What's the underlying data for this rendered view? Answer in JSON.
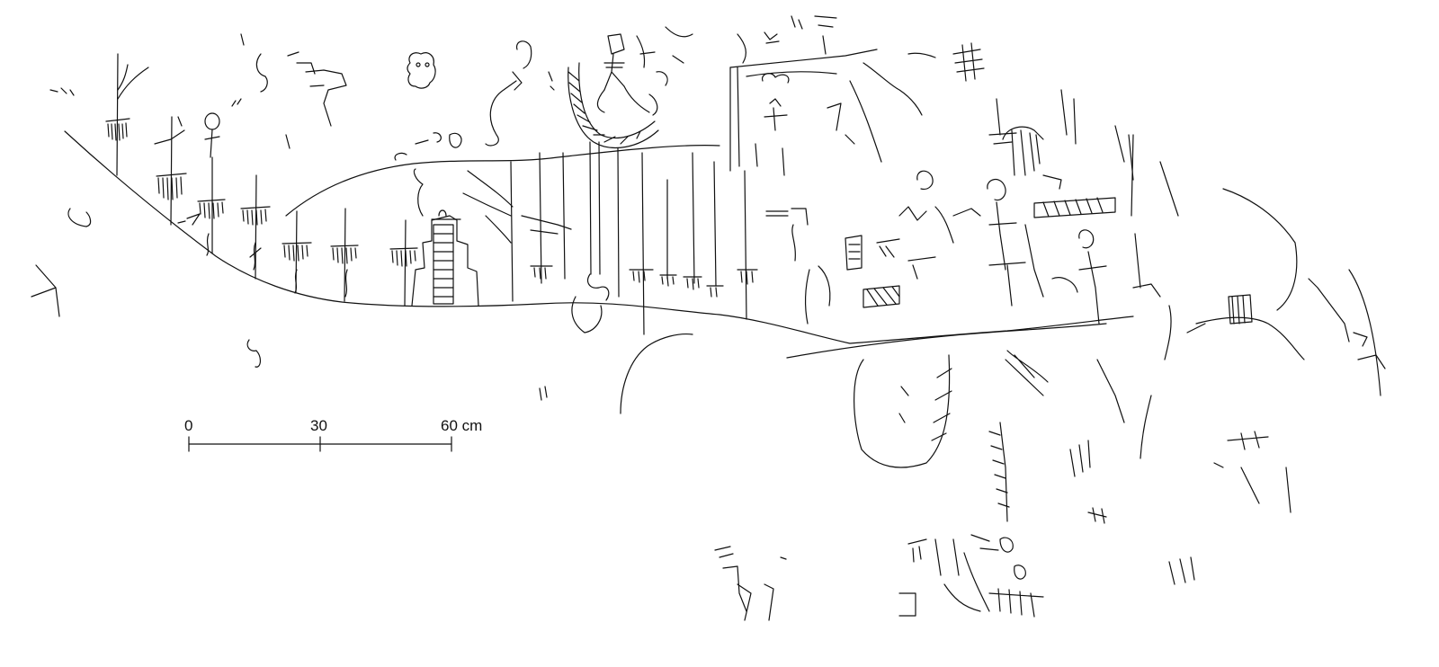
{
  "colors": {
    "ink": "#111111",
    "background": "#ffffff"
  },
  "scale_bar": {
    "ticks": [
      "0",
      "30",
      "60 cm"
    ]
  }
}
